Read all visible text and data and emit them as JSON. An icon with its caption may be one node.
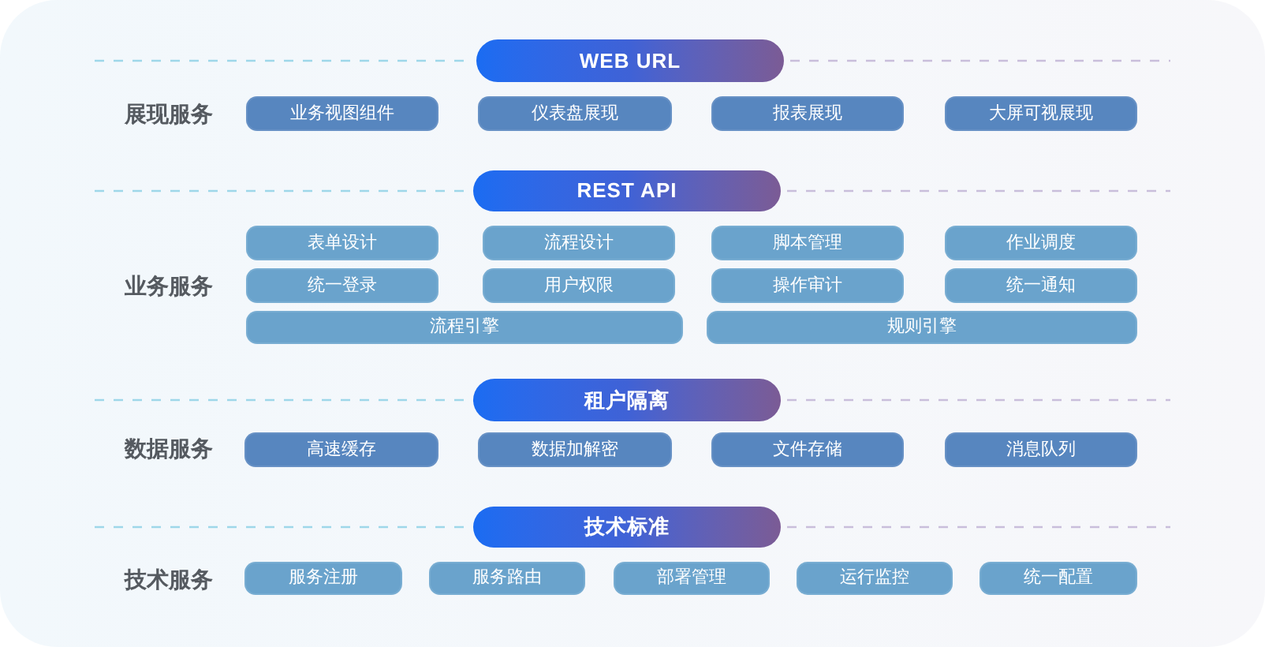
{
  "diagram": {
    "nodes": [
      {
        "text": [
          "WEB URL"
        ]
      },
      {
        "text": [
          "业务视图组件"
        ]
      },
      {
        "text": [
          "仪表盘展现"
        ]
      },
      {
        "text": [
          "报表展现"
        ]
      },
      {
        "text": [
          "大屏可视展现"
        ]
      },
      {
        "text": [
          "REST API"
        ]
      },
      {
        "text": [
          "表单设计"
        ]
      },
      {
        "text": [
          "流程设计"
        ]
      },
      {
        "text": [
          "脚本管理"
        ]
      },
      {
        "text": [
          "作业调度"
        ]
      },
      {
        "text": [
          "统一登录"
        ]
      },
      {
        "text": [
          "用户权限"
        ]
      },
      {
        "text": [
          "操作审计"
        ]
      },
      {
        "text": [
          "统一通知"
        ]
      },
      {
        "text": [
          "流程引擎"
        ]
      },
      {
        "text": [
          "规则引擎"
        ]
      },
      {
        "text": [
          "租户隔离"
        ]
      },
      {
        "text": [
          "高速缓存"
        ]
      },
      {
        "text": [
          "数据加解密"
        ]
      },
      {
        "text": [
          "文件存储"
        ]
      },
      {
        "text": [
          "消息队列"
        ]
      },
      {
        "text": [
          "技术标准"
        ]
      },
      {
        "text": [
          "服务注册"
        ]
      },
      {
        "text": [
          "服务路由"
        ]
      },
      {
        "text": [
          "部署管理"
        ]
      },
      {
        "text": [
          "运行监控"
        ]
      },
      {
        "text": [
          "统一配置"
        ]
      }
    ],
    "labels": [
      "展现服务",
      "业务服务",
      "数据服务",
      "技术服务"
    ]
  }
}
